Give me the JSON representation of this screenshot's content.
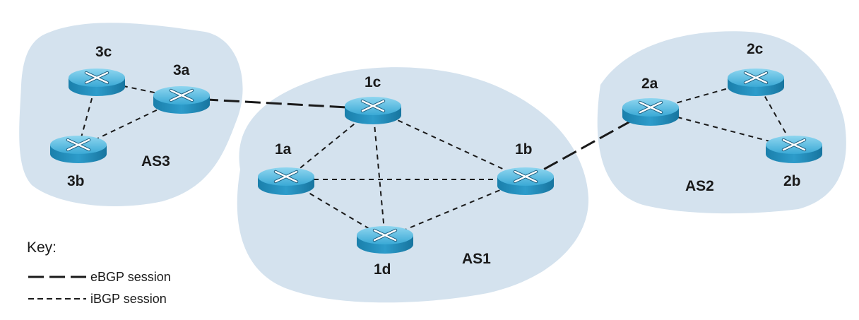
{
  "autonomous_systems": [
    {
      "id": "AS3",
      "label": "AS3",
      "routers": [
        "3a",
        "3b",
        "3c"
      ]
    },
    {
      "id": "AS1",
      "label": "AS1",
      "routers": [
        "1a",
        "1b",
        "1c",
        "1d"
      ]
    },
    {
      "id": "AS2",
      "label": "AS2",
      "routers": [
        "2a",
        "2b",
        "2c"
      ]
    }
  ],
  "routers": {
    "r3a": "3a",
    "r3b": "3b",
    "r3c": "3c",
    "r1a": "1a",
    "r1b": "1b",
    "r1c": "1c",
    "r1d": "1d",
    "r2a": "2a",
    "r2b": "2b",
    "r2c": "2c"
  },
  "sessions": [
    {
      "from": "3a",
      "to": "1c",
      "type": "eBGP"
    },
    {
      "from": "1b",
      "to": "2a",
      "type": "eBGP"
    },
    {
      "from": "3a",
      "to": "3c",
      "type": "iBGP"
    },
    {
      "from": "3a",
      "to": "3b",
      "type": "iBGP"
    },
    {
      "from": "3c",
      "to": "3b",
      "type": "iBGP"
    },
    {
      "from": "1a",
      "to": "1c",
      "type": "iBGP"
    },
    {
      "from": "1a",
      "to": "1b",
      "type": "iBGP"
    },
    {
      "from": "1a",
      "to": "1d",
      "type": "iBGP"
    },
    {
      "from": "1c",
      "to": "1b",
      "type": "iBGP"
    },
    {
      "from": "1c",
      "to": "1d",
      "type": "iBGP"
    },
    {
      "from": "1d",
      "to": "1b",
      "type": "iBGP"
    },
    {
      "from": "2a",
      "to": "2c",
      "type": "iBGP"
    },
    {
      "from": "2a",
      "to": "2b",
      "type": "iBGP"
    },
    {
      "from": "2c",
      "to": "2b",
      "type": "iBGP"
    }
  ],
  "key": {
    "title": "Key:",
    "ebgp": "eBGP session",
    "ibgp": "iBGP session"
  },
  "colors": {
    "cloud": "#d4e2ee",
    "router_top": "#5bbde0",
    "router_side": "#1d8ab8",
    "line": "#1a1a1a"
  }
}
